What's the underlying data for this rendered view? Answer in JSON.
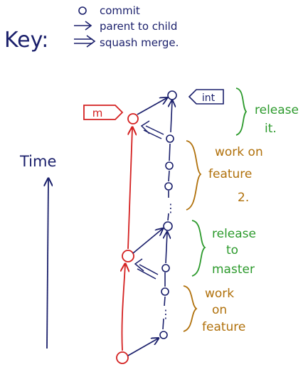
{
  "key": {
    "title": "Key:",
    "commit": "commit",
    "parent_to_child": "parent to child",
    "squash_merge": "squash merge."
  },
  "time_label": "Time",
  "branch_labels": {
    "master": "m",
    "integration": "int"
  },
  "annotations": {
    "release_it_1": "release",
    "release_it_2": "it.",
    "work_feature2_1": "work on",
    "work_feature2_2": "feature",
    "work_feature2_3": "2.",
    "release_master_1": "release",
    "release_master_2": "to",
    "release_master_3": "master",
    "work_feature_1": "work",
    "work_feature_2": "on",
    "work_feature_3": "feature"
  },
  "colors": {
    "ink": "#1a1f6b",
    "master": "#d42020",
    "green": "#2c9a2c",
    "brown": "#b0700a"
  }
}
